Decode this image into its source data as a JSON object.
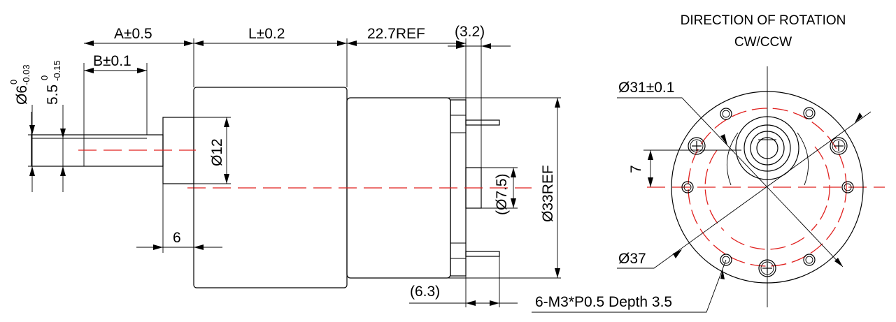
{
  "side_view": {
    "dim_a": "A±0.5",
    "dim_b": "B±0.1",
    "dim_l": "L±0.2",
    "dim_ref": "22.7REF",
    "dim_32": "(3.2)",
    "dim_63": "(6.3)",
    "dim_6": "6",
    "dia_12": "Ø12",
    "dia_75": "(Ø7.5)",
    "dia_33": "Ø33REF",
    "shaft_dia_main": "Ø6",
    "shaft_dia_tol_up": "0",
    "shaft_dia_tol_low": "-0.03",
    "flat_main": "5.5",
    "flat_tol_up": "0",
    "flat_tol_low": "-0.15"
  },
  "front_view": {
    "title_line1": "DIRECTION OF ROTATION",
    "title_line2": "CW/CCW",
    "dia_31": "Ø31±0.1",
    "dia_37": "Ø37",
    "dim_7": "7",
    "thread_note": "6-M3*P0.5 Depth 3.5"
  },
  "colors": {
    "line": "#000000",
    "centerline": "#e0201e"
  }
}
